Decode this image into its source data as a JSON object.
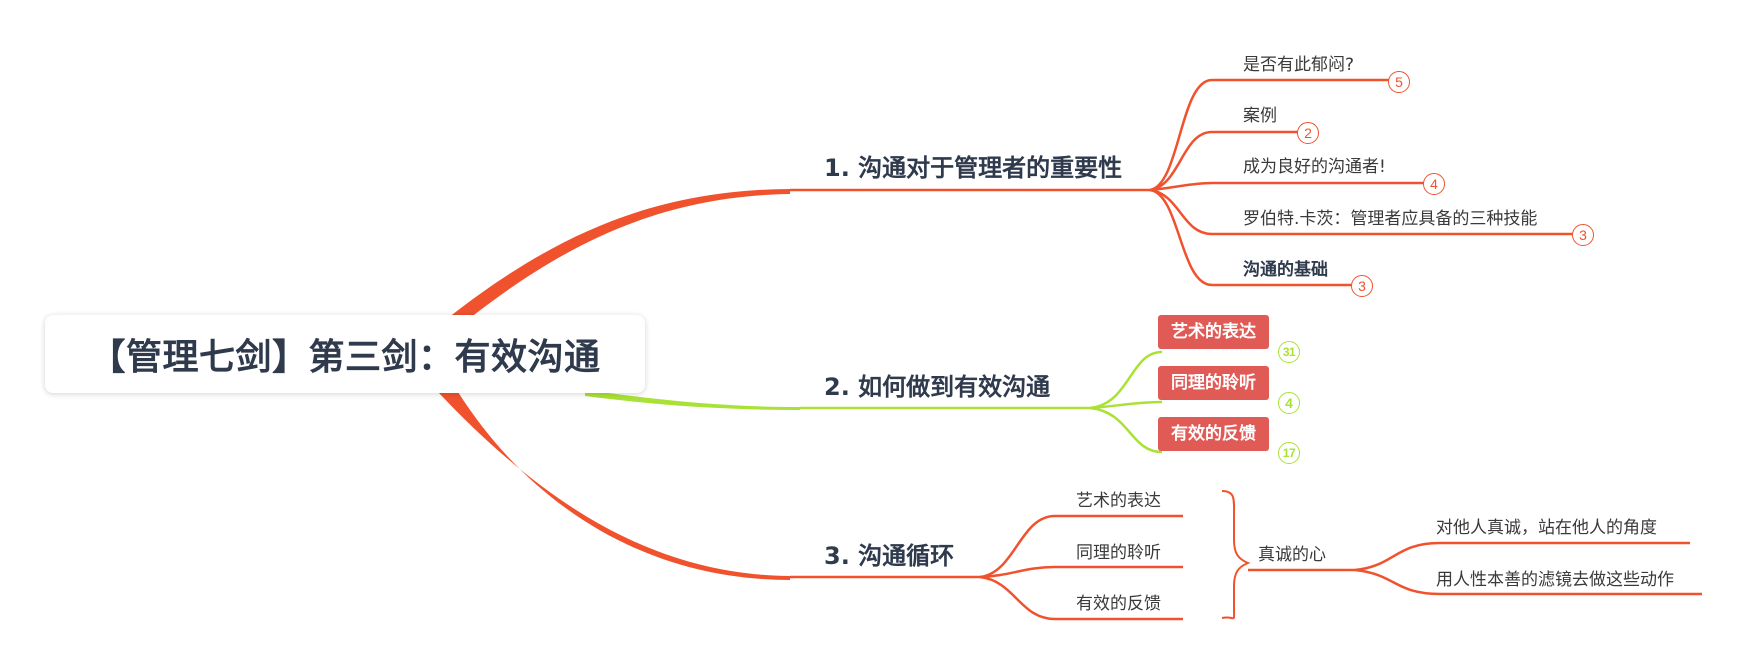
{
  "colors": {
    "orange": "#f0522e",
    "green": "#a9e234",
    "pill": "#e05a56",
    "text": "#2f3a4d"
  },
  "root": {
    "title": "【管理七剑】第三剑：有效沟通"
  },
  "topics": [
    {
      "title": "1. 沟通对于管理者的重要性",
      "children": [
        {
          "label": "是否有此郁闷?",
          "badge": "5"
        },
        {
          "label": "案例",
          "badge": "2"
        },
        {
          "label": "成为良好的沟通者!",
          "badge": "4"
        },
        {
          "label": "罗伯特.卡茨：管理者应具备的三种技能",
          "badge": "3"
        },
        {
          "label": "沟通的基础",
          "badge": "3"
        }
      ]
    },
    {
      "title": "2. 如何做到有效沟通",
      "children": [
        {
          "label": "艺术的表达",
          "badge": "31"
        },
        {
          "label": "同理的聆听",
          "badge": "4"
        },
        {
          "label": "有效的反馈",
          "badge": "17"
        }
      ]
    },
    {
      "title": "3. 沟通循环",
      "children": [
        {
          "label": "艺术的表达"
        },
        {
          "label": "同理的聆听"
        },
        {
          "label": "有效的反馈"
        }
      ],
      "summary": {
        "label": "真诚的心",
        "children": [
          {
            "label": "对他人真诚，站在他人的角度"
          },
          {
            "label": "用人性本善的滤镜去做这些动作"
          }
        ]
      }
    }
  ]
}
